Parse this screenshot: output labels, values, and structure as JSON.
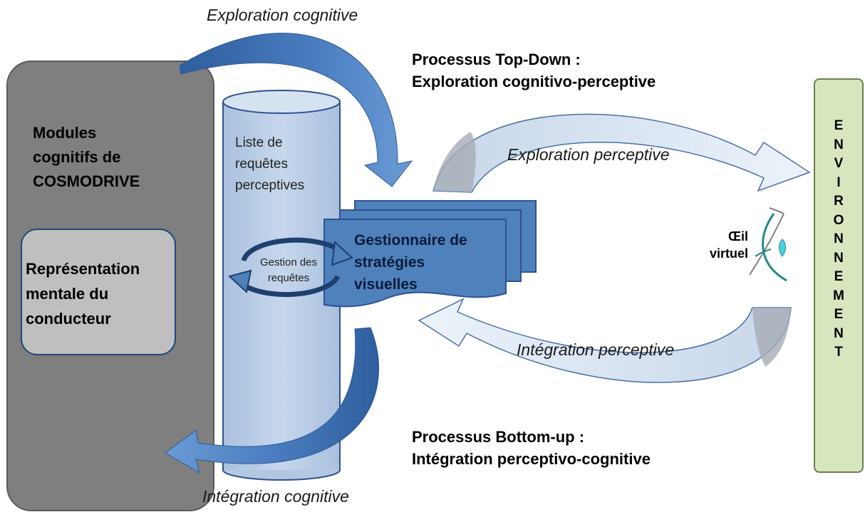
{
  "top_label": "Exploration cognitive",
  "bottom_label": "Intégration cognitive",
  "top_down": {
    "line1": "Processus Top-Down :",
    "line2": "Exploration cognitivo-perceptive"
  },
  "bottom_up": {
    "line1": "Processus Bottom-up :",
    "line2": "Intégration perceptivo-cognitive"
  },
  "modules": {
    "line1": "Modules",
    "line2": "cognitifs de",
    "line3": "COSMODRIVE"
  },
  "representation": {
    "line1": "Représentation",
    "line2": "mentale du",
    "line3": "conducteur"
  },
  "cylinder": {
    "line1": "Liste de",
    "line2": "requêtes",
    "line3": "perceptives"
  },
  "gestion_requetes": {
    "line1": "Gestion des",
    "line2": "requêtes"
  },
  "gestionnaire": {
    "line1": "Gestionnaire de",
    "line2": "stratégies",
    "line3": "visuelles"
  },
  "exploration_perceptive": "Exploration perceptive",
  "integration_perceptive": "Intégration perceptive",
  "oeil": {
    "line1": "Œil",
    "line2": "virtuel"
  },
  "environnement_letters": [
    "E",
    "N",
    "V",
    "I",
    "R",
    "O",
    "N",
    "N",
    "E",
    "M",
    "E",
    "N",
    "T"
  ],
  "colors": {
    "modules_fill": "#7f7f7f",
    "representation_fill": "#bfbfbf",
    "cylinder_fill": "#b9cde5",
    "manager_fill": "#4f81bd",
    "arrow_blue": "#4a7ec0",
    "environment_fill": "#d8e6c0"
  }
}
